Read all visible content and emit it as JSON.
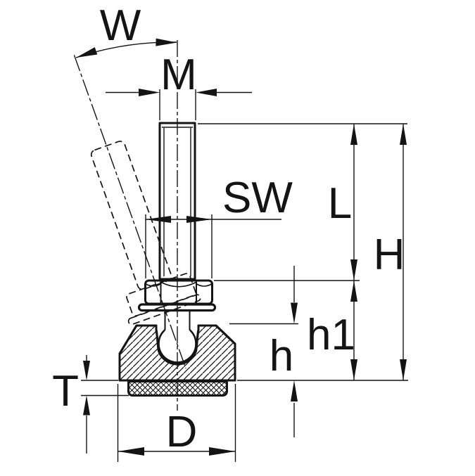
{
  "drawing": {
    "type": "technical-drawing",
    "subject": "leveling-foot-with-swivel-threaded-stud-ball-joint-base-and-pad",
    "colors": {
      "line": "#141414",
      "background": "#ffffff"
    },
    "labels": {
      "swivel_angle": "W",
      "thread_size": "M",
      "wrench_size": "SW",
      "thread_length": "L",
      "overall_height": "H",
      "height_h1": "h1",
      "base_height": "h",
      "pad_thickness": "T",
      "base_diameter": "D"
    }
  }
}
